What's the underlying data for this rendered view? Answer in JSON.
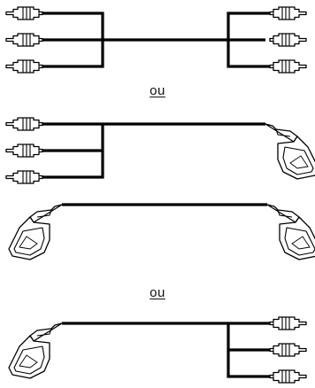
{
  "separators": [
    "ou",
    "ou"
  ],
  "diagrams": [
    {
      "name": "rca-to-rca-cable",
      "left": "rca-triple",
      "right": "rca-triple"
    },
    {
      "name": "rca-to-scart-cable",
      "left": "rca-triple",
      "right": "scart"
    },
    {
      "name": "scart-to-scart-cable",
      "left": "scart",
      "right": "scart"
    },
    {
      "name": "scart-to-rca-cable",
      "left": "scart",
      "right": "rca-triple"
    }
  ],
  "colors": {
    "ink": "#000000",
    "paper": "#ffffff"
  }
}
